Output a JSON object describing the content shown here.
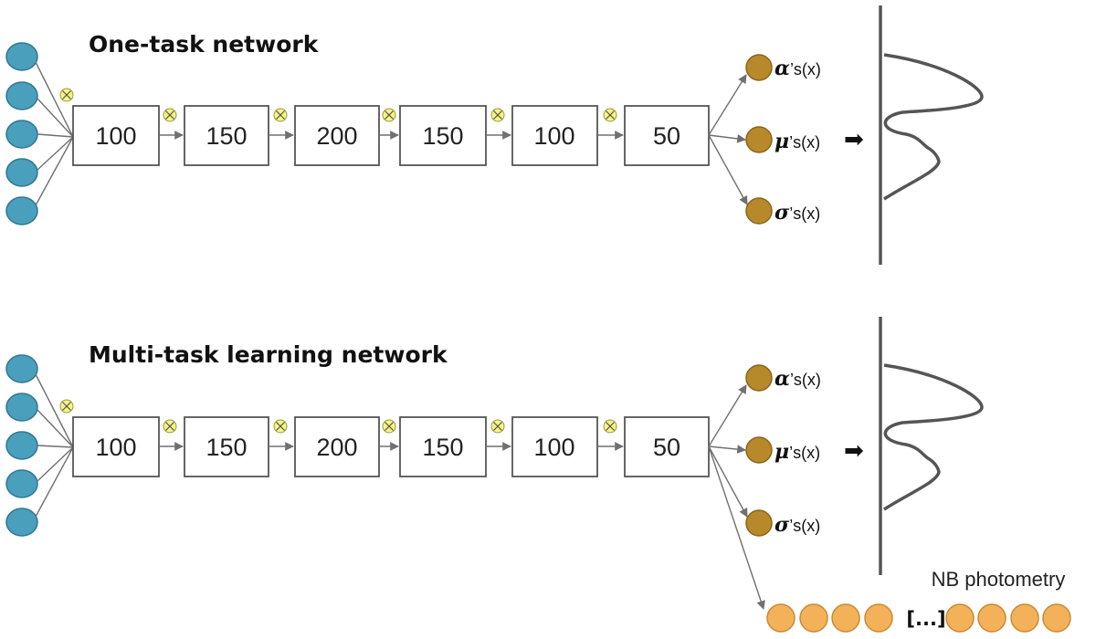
{
  "diagram": {
    "panels": [
      {
        "title": "One-task network",
        "input_node_count": 5,
        "hidden_layers": [
          "100",
          "150",
          "200",
          "150",
          "100",
          "50"
        ],
        "dropout_symbol": "⊗",
        "outputs": [
          {
            "symbol": "α",
            "suffix": "’s(x)"
          },
          {
            "symbol": "μ",
            "suffix": "’s(x)"
          },
          {
            "symbol": "σ",
            "suffix": "’s(x)"
          }
        ],
        "arrow_symbol": "➡",
        "extra_output": null
      },
      {
        "title": "Multi-task learning network",
        "input_node_count": 5,
        "hidden_layers": [
          "100",
          "150",
          "200",
          "150",
          "100",
          "50"
        ],
        "dropout_symbol": "⊗",
        "outputs": [
          {
            "symbol": "α",
            "suffix": "’s(x)"
          },
          {
            "symbol": "μ",
            "suffix": "’s(x)"
          },
          {
            "symbol": "σ",
            "suffix": "’s(x)"
          }
        ],
        "arrow_symbol": "➡",
        "extra_output": {
          "label": "NB photometry",
          "ellipsis": "[...]",
          "nodes_before": 4,
          "nodes_after": 4
        }
      }
    ],
    "colors": {
      "input_node": "#4a9fbd",
      "output_node": "#b8892b",
      "nb_node": "#f3b15a",
      "dropout": "#f4f48a",
      "edge": "#707070"
    }
  }
}
